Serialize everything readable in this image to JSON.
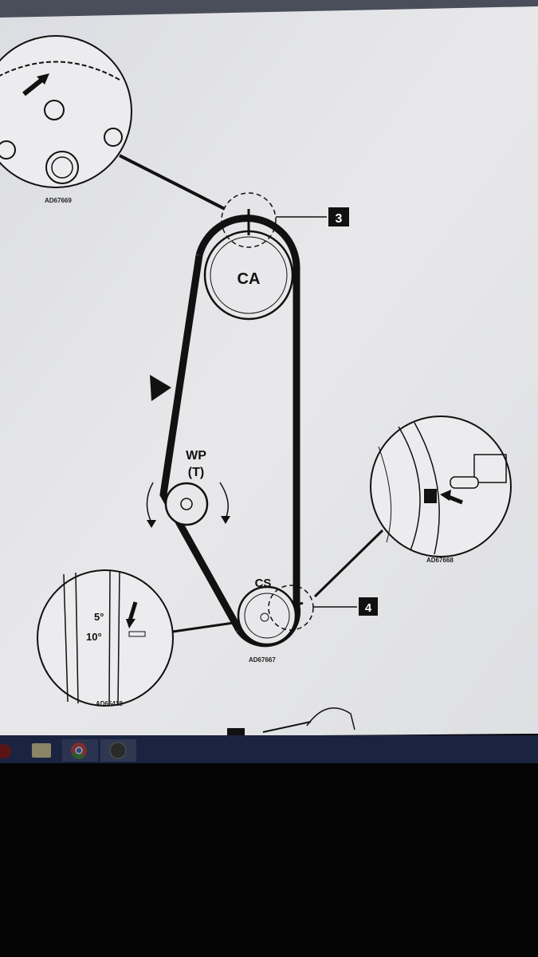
{
  "diagram": {
    "pulleys": {
      "camshaft": "CA",
      "water_pump": "WP",
      "water_pump_sub": "(T)",
      "crankshaft": "CS"
    },
    "callouts": [
      "3",
      "4"
    ],
    "detail_codes": {
      "top_left": "AD67669",
      "right": "AD67668",
      "main": "AD67667",
      "bottom_left": "AD65418"
    },
    "degree_marks": [
      "5°",
      "10°"
    ]
  },
  "taskbar": {
    "icons": [
      "start-orb-icon",
      "file-explorer-icon",
      "chrome-icon",
      "app-icon"
    ]
  },
  "colors": {
    "paper": "#e6e6e8",
    "ink": "#111111",
    "taskbar": "#1a2440"
  }
}
